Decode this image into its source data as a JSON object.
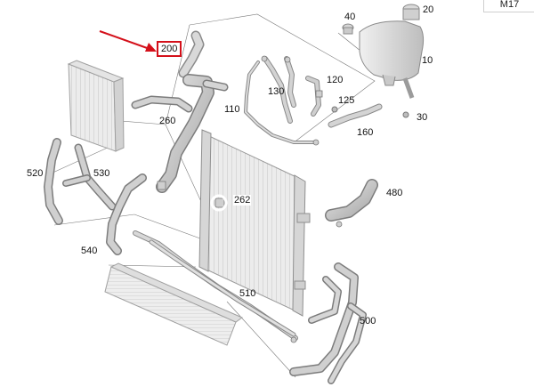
{
  "diagram": {
    "highlighted_part": "200",
    "highlight_color": "#d4101a",
    "part_color": "#c9c9c9",
    "part_stroke": "#8a8a8a",
    "labels": {
      "p20": "20",
      "p40": "40",
      "p10": "10",
      "p30": "30",
      "p200": "200",
      "p260": "260",
      "p110": "110",
      "p130": "130",
      "p120": "120",
      "p125": "125",
      "p160": "160",
      "p262": "262",
      "p480": "480",
      "p520": "520",
      "p530": "530",
      "p540": "540",
      "p510": "510",
      "p500": "500"
    },
    "corner_tag": "M17"
  }
}
